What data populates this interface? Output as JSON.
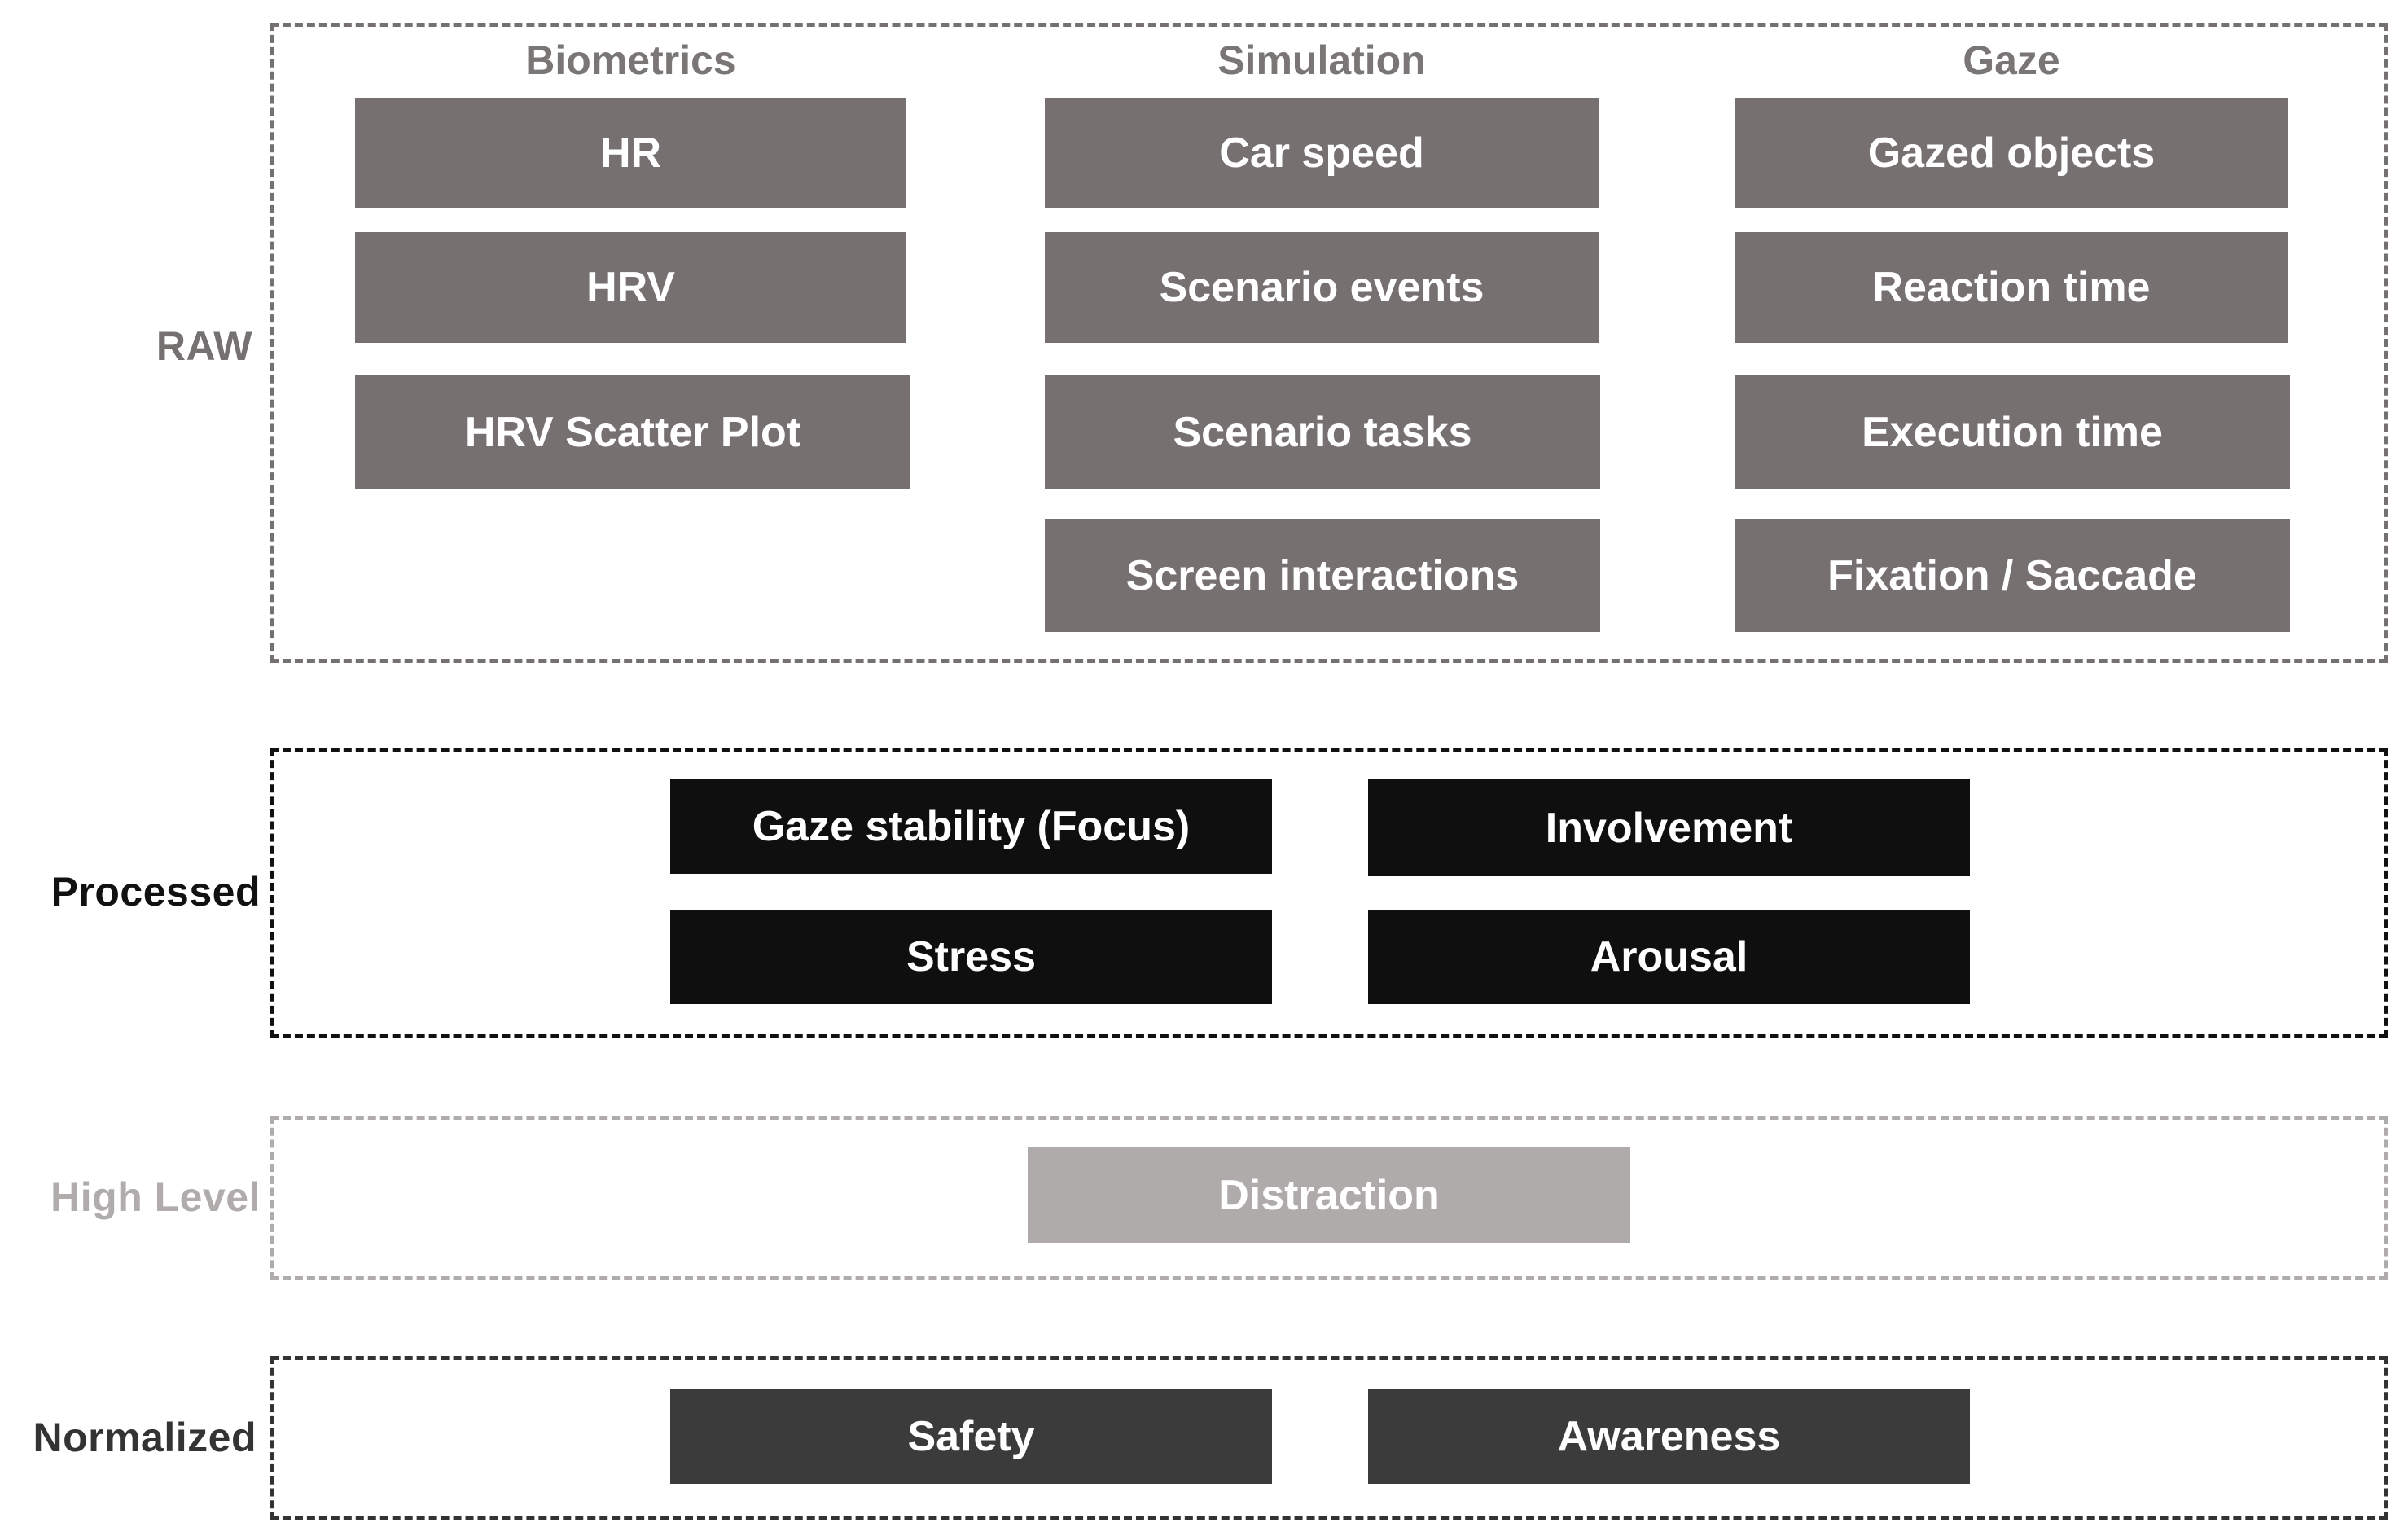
{
  "layers": {
    "raw": {
      "label": "RAW"
    },
    "processed": {
      "label": "Processed"
    },
    "high_level": {
      "label": "High  Level"
    },
    "normalized": {
      "label": "Normalized"
    }
  },
  "raw": {
    "biometrics": {
      "header": "Biometrics",
      "items": [
        "HR",
        "HRV",
        "HRV  Scatter Plot"
      ]
    },
    "simulation": {
      "header": "Simulation",
      "items": [
        "Car speed",
        "Scenario events",
        "Scenario tasks",
        "Screen interactions"
      ]
    },
    "gaze": {
      "header": "Gaze",
      "items": [
        "Gazed objects",
        "Reaction time",
        "Execution time",
        "Fixation  /  Saccade"
      ]
    }
  },
  "processed": {
    "items": [
      "Gaze stability  (Focus)",
      "Involvement",
      "Stress",
      "Arousal"
    ]
  },
  "high_level": {
    "items": [
      "Distraction"
    ]
  },
  "normalized": {
    "items": [
      "Safety",
      "Awareness"
    ]
  },
  "colors": {
    "raw_box": "#767170",
    "raw_border": "#767171",
    "processed_box": "#0f0f0f",
    "processed_border": "#111111",
    "high_level_box": "#afabab",
    "high_level_border": "#b0acac",
    "normalized_box": "#3b3b3b",
    "normalized_border": "#333333"
  }
}
